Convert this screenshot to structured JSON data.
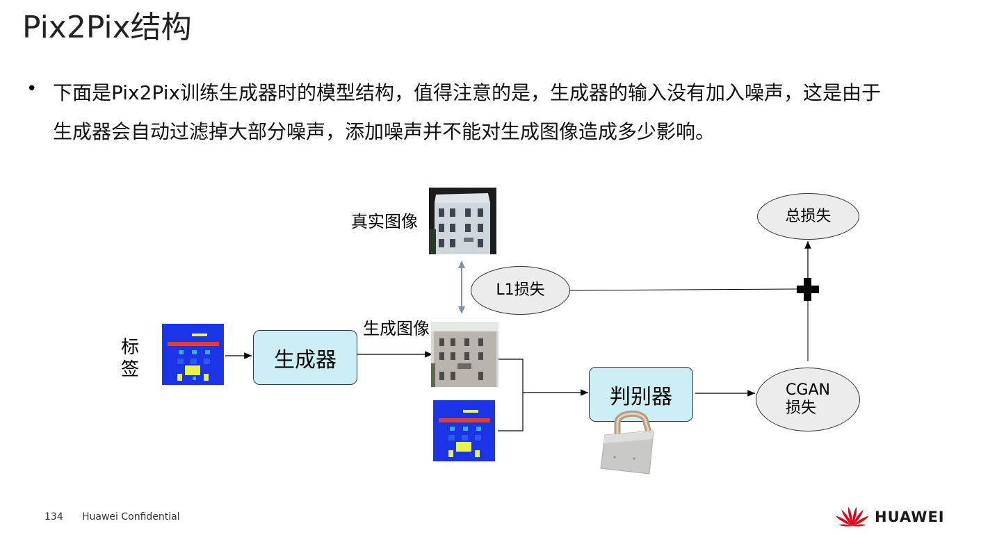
{
  "title": "Pix2Pix结构",
  "bullet": {
    "line1": "下面是Pix2Pix训练生成器时的模型结构，值得注意的是，生成器的输入没有加入噪声，这是由于",
    "line2": "生成器会自动过滤掉大部分噪声，添加噪声并不能对生成图像造成多少影响。"
  },
  "diagram": {
    "label_tag": "标签",
    "label_real": "真实图像",
    "label_generated": "生成图像",
    "generator": "生成器",
    "discriminator": "判别器",
    "l1_loss": "L1损失",
    "cgan_loss": "CGAN\n损失",
    "total_loss": "总损失"
  },
  "footer": {
    "page_number": "134",
    "confidential": "Huawei Confidential",
    "brand": "HUAWEI"
  },
  "colors": {
    "box_fill": "#cceff5",
    "ellipse_fill": "#ececec",
    "label_map_blue": "#1a34e6",
    "brand_red": "#e60012"
  }
}
